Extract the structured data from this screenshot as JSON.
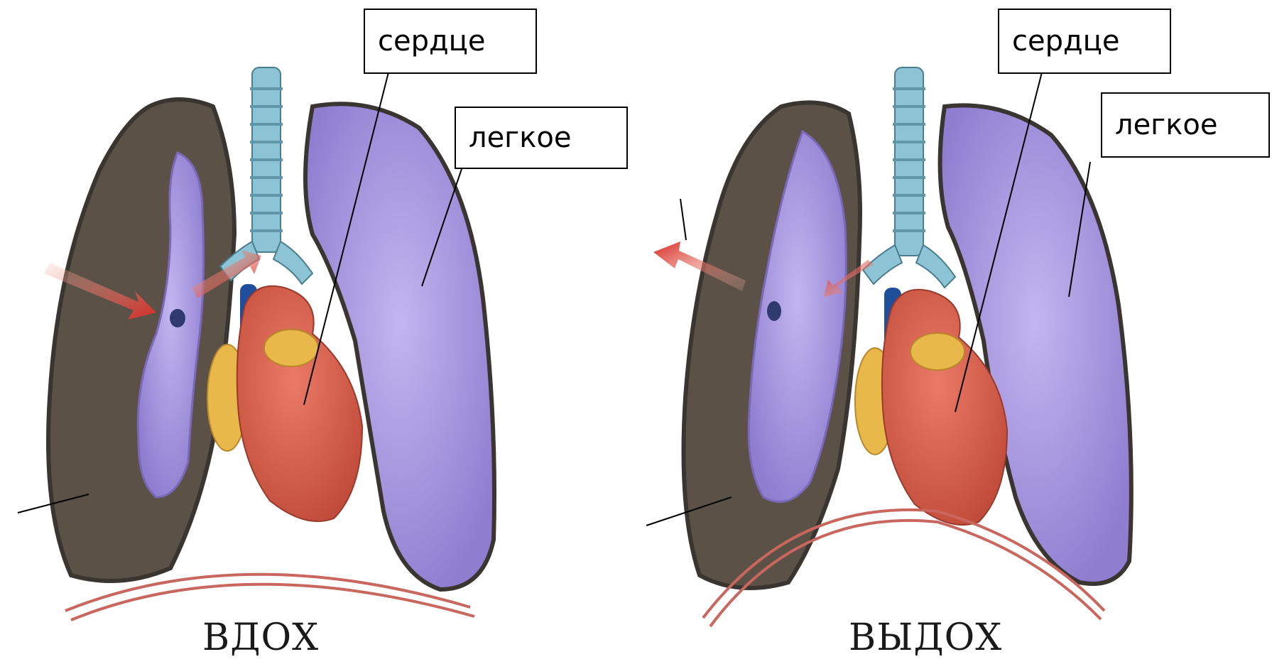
{
  "panels": [
    {
      "caption": "ВДОХ",
      "labels": {
        "heart": "сердце",
        "lung": "легкое"
      }
    },
    {
      "caption": "ВЫДОХ",
      "labels": {
        "heart": "сердце",
        "lung": "легкое"
      }
    }
  ],
  "colors": {
    "lung": "#a896e0",
    "pleural_cavity": "#5b5147",
    "pleura_outline": "#3a3530",
    "trachea": "#8cc4d6",
    "heart": "#d9614e",
    "heart_fat": "#e8b84a",
    "vein": "#1f4e9a",
    "arrow": "#d62b25",
    "diaphragm": "#c9665e"
  }
}
